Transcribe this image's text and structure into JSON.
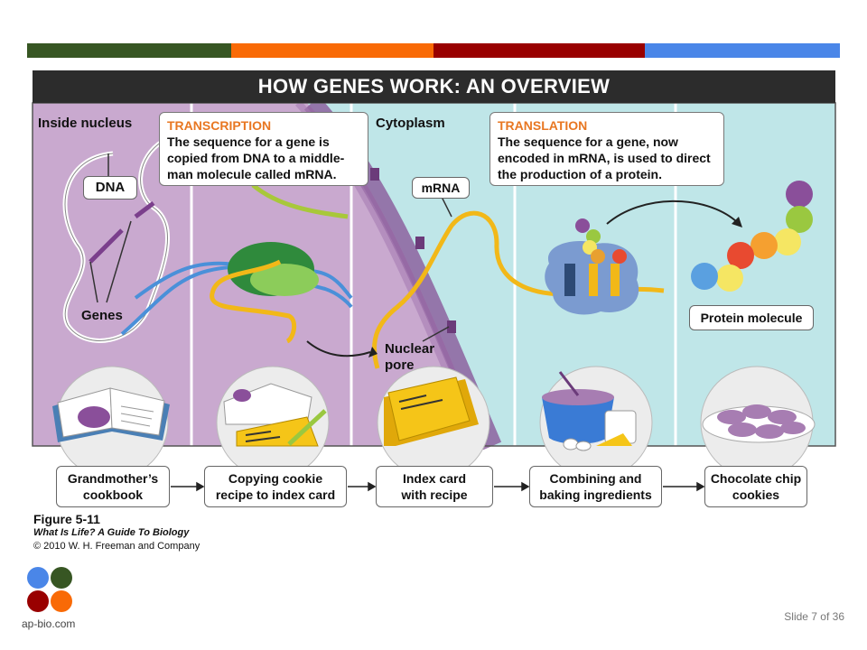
{
  "colors": {
    "bar1": "#375623",
    "bar2": "#f96a06",
    "bar3": "#990000",
    "bar4": "#4a86e8",
    "nucleus": "#c9a9cf",
    "cytoplasm": "#bfe6e8",
    "title_bg": "#2c2c2c",
    "callout_heading": "#e87722"
  },
  "title": "HOW GENES WORK: AN OVERVIEW",
  "regions": {
    "nucleus_label": "Inside nucleus",
    "cytoplasm_label": "Cytoplasm"
  },
  "labels": {
    "dna": "DNA",
    "genes": "Genes",
    "mrna": "mRNA",
    "nuclear_pore_line1": "Nuclear",
    "nuclear_pore_line2": "pore",
    "protein": "Protein molecule"
  },
  "transcription": {
    "heading": "TRANSCRIPTION",
    "text": "The sequence for a gene is copied from DNA to a middle-man molecule called mRNA."
  },
  "translation": {
    "heading": "TRANSLATION",
    "text": "The sequence for a gene, now encoded in mRNA, is used to direct the production of a protein."
  },
  "analogy_steps": [
    {
      "line1": "Grandmother’s",
      "line2": "cookbook"
    },
    {
      "line1": "Copying cookie",
      "line2": "recipe to index card"
    },
    {
      "line1": "Index card",
      "line2": "with recipe"
    },
    {
      "line1": "Combining and",
      "line2": "baking ingredients"
    },
    {
      "line1": "Chocolate chip",
      "line2": "cookies"
    }
  ],
  "caption": {
    "figure": "Figure 5-11",
    "book": "What Is Life? A Guide To Biology",
    "copyright": "© 2010 W. H. Freeman and Company"
  },
  "footer": {
    "site": "ap-bio.com",
    "slide": "Slide 7 of 36"
  },
  "icons": [
    "open-book-icon",
    "index-card-icon",
    "pencil-icon",
    "mixing-bowl-icon",
    "milk-glass-icon",
    "butter-icon",
    "cookie-plate-icon",
    "ribosome-icon",
    "rna-polymerase-icon"
  ]
}
